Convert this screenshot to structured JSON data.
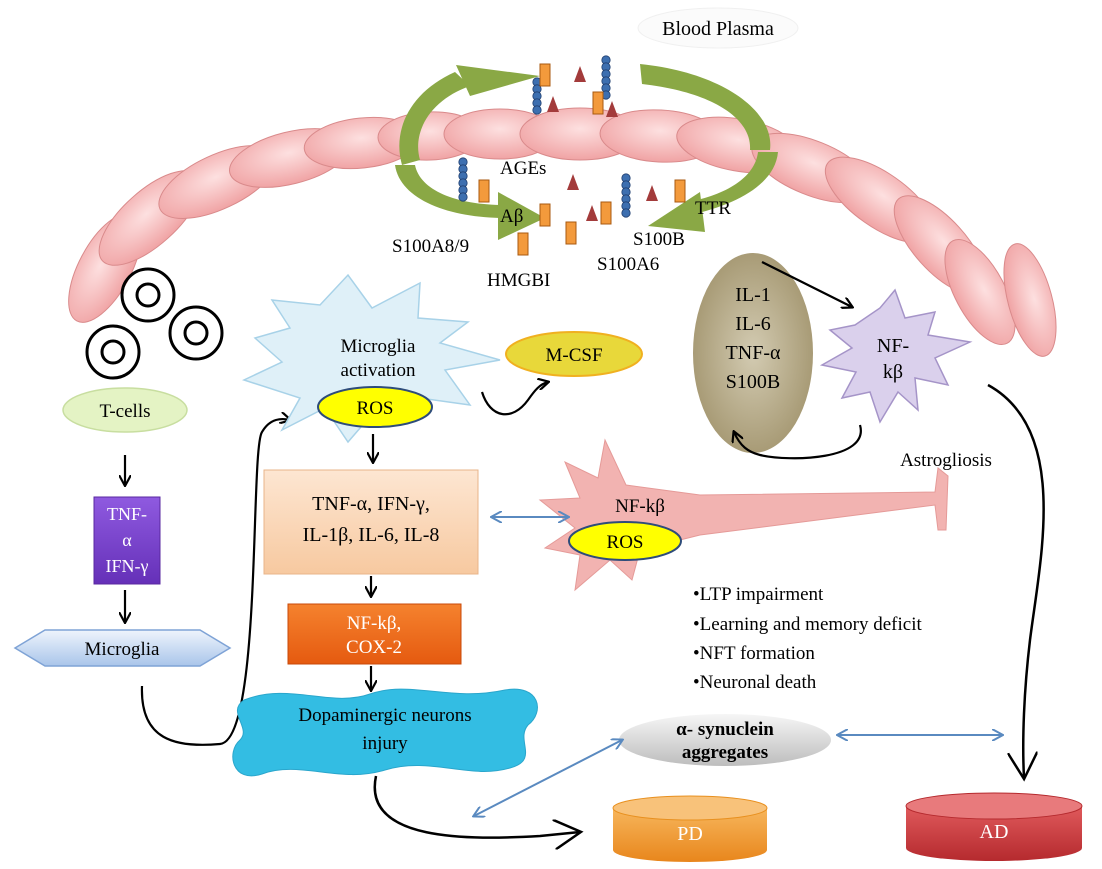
{
  "blood_plasma": "Blood Plasma",
  "ligands": {
    "ages": "AGEs",
    "abeta": "Aβ",
    "ttr": "TTR",
    "s100a89": "S100A8/9",
    "s100b": "S100B",
    "s100a6": "S100A6",
    "hmgb1": "HMGBI"
  },
  "t_cells": "T-cells",
  "tnf_ifn_box": [
    "TNF-",
    "α",
    "IFN-γ"
  ],
  "microglia": "Microglia",
  "microglia_activation": [
    "Microglia",
    "activation"
  ],
  "ros": "ROS",
  "mcsf": "M-CSF",
  "cytokines_box": [
    "TNF-α, IFN-γ,",
    "IL-1β, IL-6, IL-8"
  ],
  "nfkb_cox2_box": [
    "NF-kβ,",
    "COX-2"
  ],
  "dopaminergic": [
    "Dopaminergic neurons",
    "injury"
  ],
  "il_oval": [
    "IL-1",
    "IL-6",
    "TNF-α",
    "S100B"
  ],
  "nfkb_star": [
    "NF-",
    "kβ"
  ],
  "astrogliosis": "Astrogliosis",
  "astro_nfkb": "NF-kβ",
  "astro_ros": "ROS",
  "effects": [
    "•LTP impairment",
    "•Learning and memory deficit",
    "•NFT formation",
    "•Neuronal death"
  ],
  "synuclein": [
    "α- synuclein",
    "aggregates"
  ],
  "pd": "PD",
  "ad": "AD",
  "colors": {
    "endothelium": "#f2a9aa",
    "green_arrow": "#8aa845",
    "microglia_fill": "#dff0f8",
    "ros_fill": "#ffff00",
    "tcell_fill": "#e4f3c4",
    "purple_box": "#7438c8",
    "cytokine_box": "#fad6b7",
    "orange_box": "#f26a1b",
    "dopaminergic_fill": "#33bde3",
    "il_oval": "#b8ad8e",
    "nfkb_star": "#dad0ec",
    "astrocyte": "#f2b3b1",
    "pd": "#f39a2e",
    "ad": "#c9363a",
    "blue_arrow": "#5a8ac0"
  }
}
